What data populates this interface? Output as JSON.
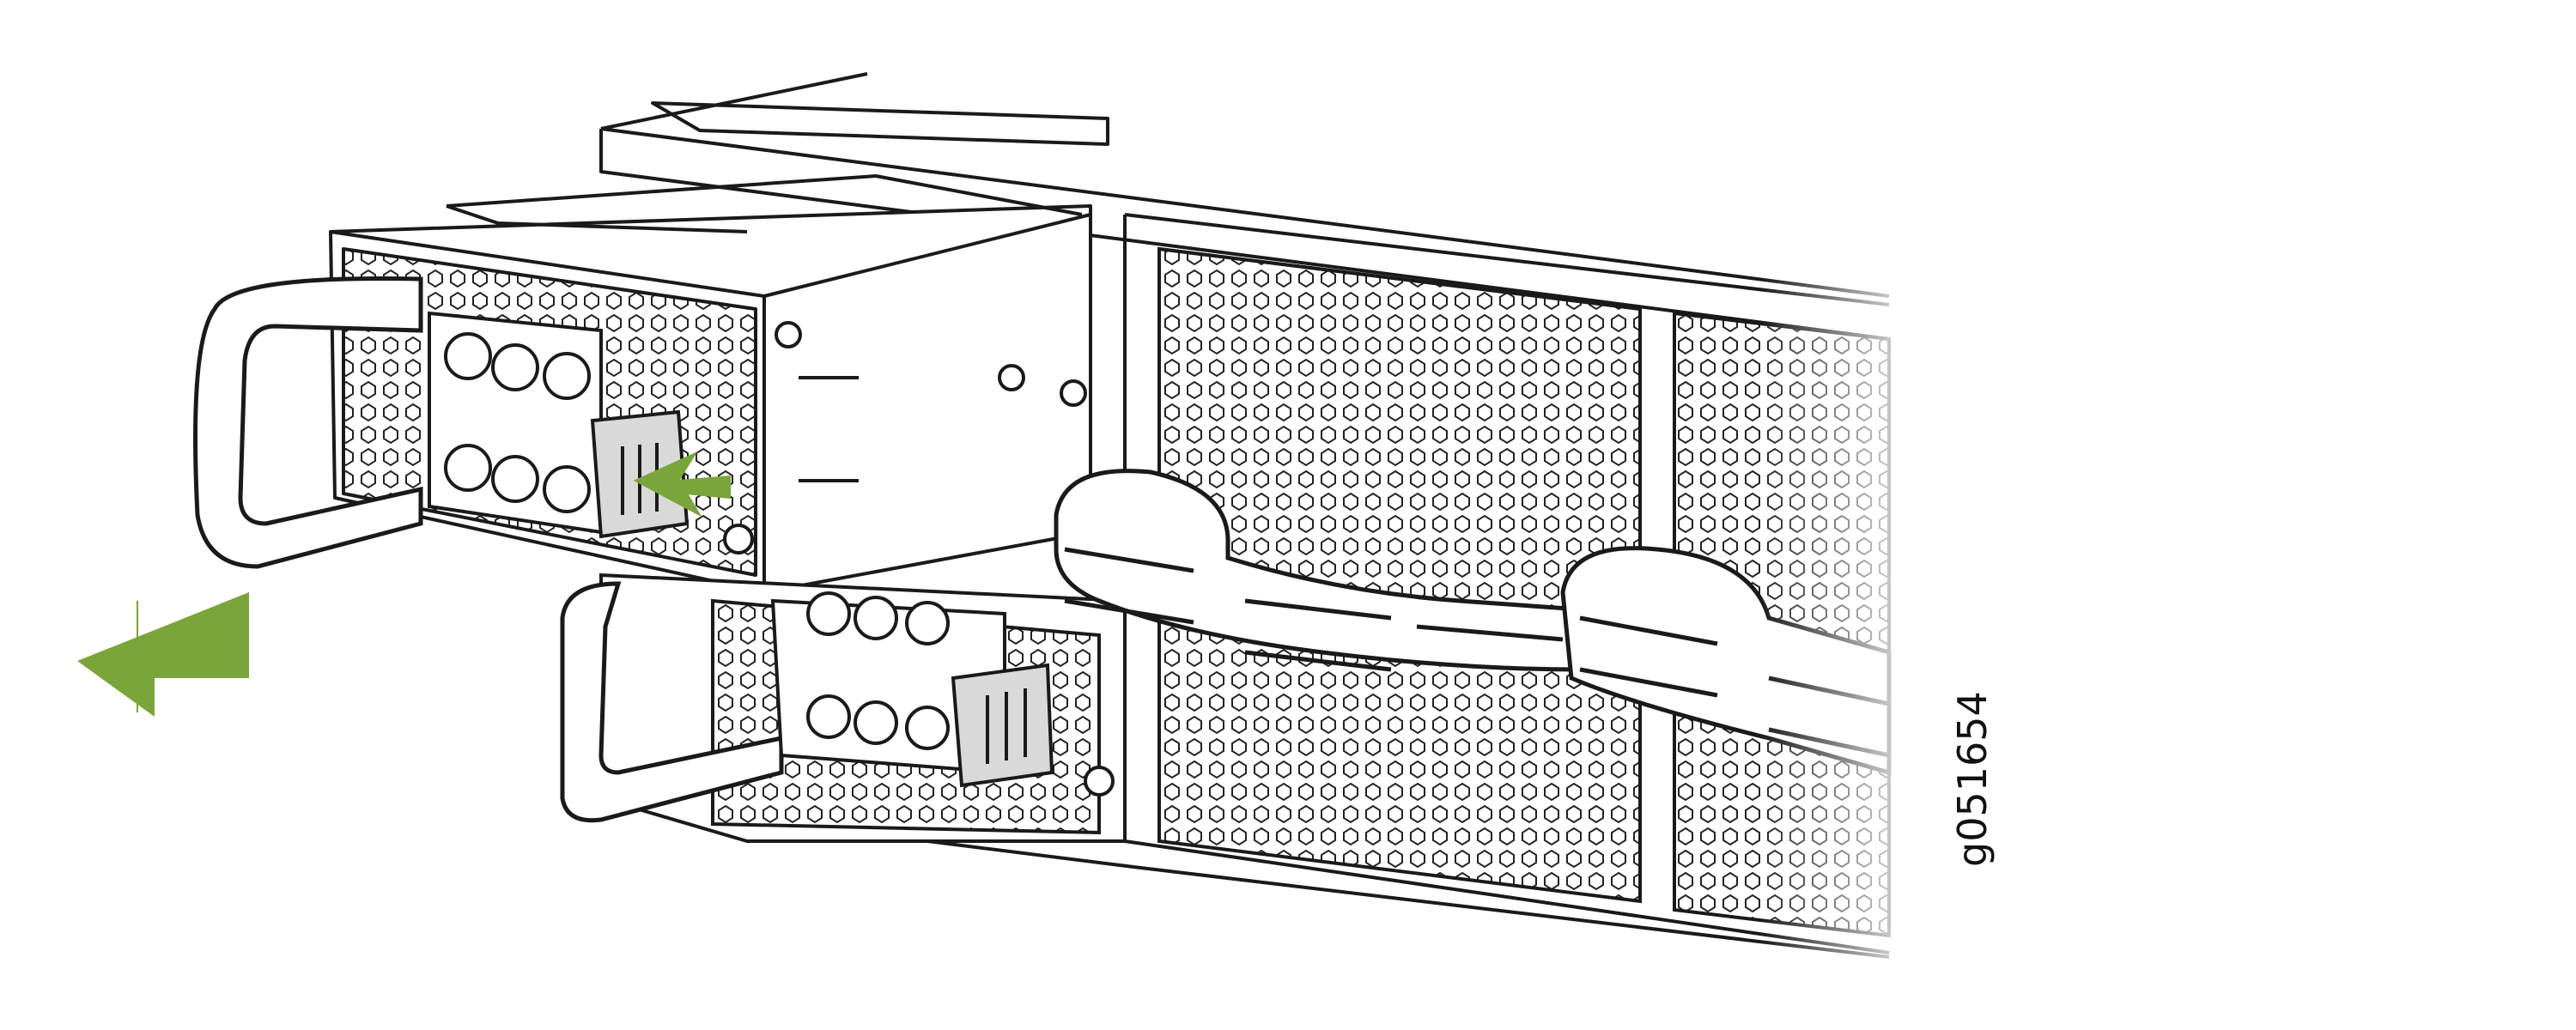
{
  "figure": {
    "id_label": "g051654"
  },
  "colors": {
    "line": "#1a1a1a",
    "accent_green": "#7aa53a",
    "latch_fill": "#d9d9d9",
    "background": "#ffffff"
  },
  "icons": {
    "push_latch": "arrow-right",
    "pull_out": "arrow-left"
  }
}
